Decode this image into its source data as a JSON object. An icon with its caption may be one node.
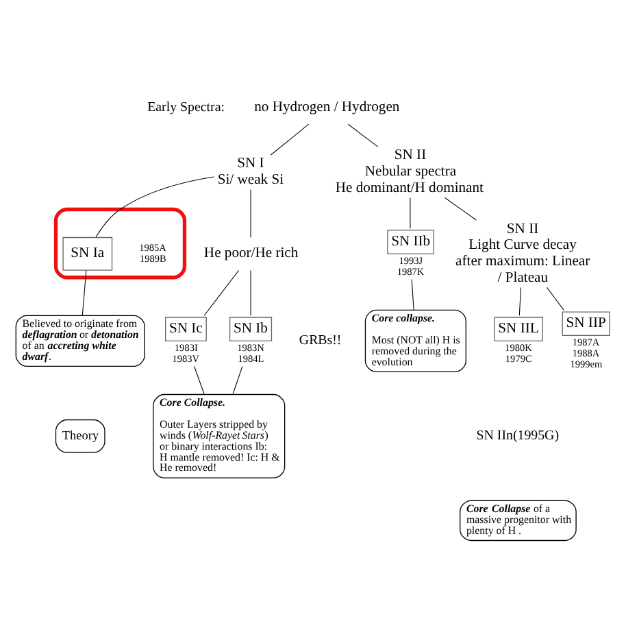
{
  "diagram": {
    "nodes": [
      {
        "text": [
          "no Hydrogen  / Hydrogen"
        ]
      },
      {
        "text": [
          "SN I",
          "Si/ weak Si"
        ]
      },
      {
        "text": [
          "SN II",
          "Nebular spectra",
          "He dominant/H dominant"
        ]
      },
      {
        "text": [],
        "shape": "box"
      },
      {
        "text": [
          "SN Ia"
        ],
        "beside": [
          "1985A 1989B"
        ],
        "in": 3
      },
      {
        "text": [
          "He poor/He rich"
        ]
      },
      {
        "text": [
          "SN Ic"
        ],
        "beside": [
          "1983I 1983V"
        ]
      },
      {
        "text": [
          "SN Ib"
        ],
        "beside": [
          "1983N 1984L"
        ]
      },
      {
        "text": [
          "SN IIb"
        ],
        "beside": [
          "1993J 1987K"
        ]
      },
      {
        "text": [
          "SN II",
          "Light Curve decay after maximum: Linear / Plateau"
        ]
      },
      {
        "text": [
          "Believed to originate from **deflagration** or **detonation** of an **accreting white dwarf**."
        ]
      },
      {
        "text": [
          "Core collapse.",
          "Most (NOT all) H is removed during the evolution"
        ]
      },
      {
        "text": [
          "Core Collapse.",
          "Outer Layers stripped by winds (*Wolf-Rayet Stars*) or binary interactions Ib: H mantle removed! Ic: H & He removed!"
        ]
      },
      {
        "text": [
          "SN IIL"
        ],
        "beside": [
          "1980K 1979C"
        ]
      },
      {
        "text": [
          "SN IIP"
        ],
        "beside": [
          "1987A 1988A 1999em"
        ]
      },
      {
        "text": [
          "**Core Collapse** of a massive progenitor with plenty of H ."
        ]
      },
      {
        "text": [
          "Theory"
        ]
      }
    ],
    "edges": [
      {
        "from": 0,
        "to": 1,
        "arrow": "none"
      },
      {
        "from": 0,
        "to": 2,
        "arrow": "none"
      },
      {
        "from": 1,
        "to": 4,
        "arrow": "none"
      },
      {
        "from": 1,
        "to": 5,
        "arrow": "none"
      },
      {
        "from": 5,
        "to": 6,
        "arrow": "none"
      },
      {
        "from": 5,
        "to": 7,
        "arrow": "none"
      },
      {
        "from": 2,
        "to": 8,
        "arrow": "none"
      },
      {
        "from": 2,
        "to": 9,
        "arrow": "none"
      },
      {
        "from": 4,
        "to": 10,
        "arrow": "none"
      },
      {
        "from": 6,
        "to": 12,
        "arrow": "none"
      },
      {
        "from": 7,
        "to": 12,
        "arrow": "none"
      },
      {
        "from": 8,
        "to": 11,
        "arrow": "none"
      },
      {
        "from": 9,
        "to": 13,
        "arrow": "none"
      },
      {
        "from": 9,
        "to": 14,
        "arrow": "none"
      }
    ],
    "labels": [
      "Early Spectra:",
      "GRBs!!",
      "SN IIn(1995G)"
    ]
  }
}
